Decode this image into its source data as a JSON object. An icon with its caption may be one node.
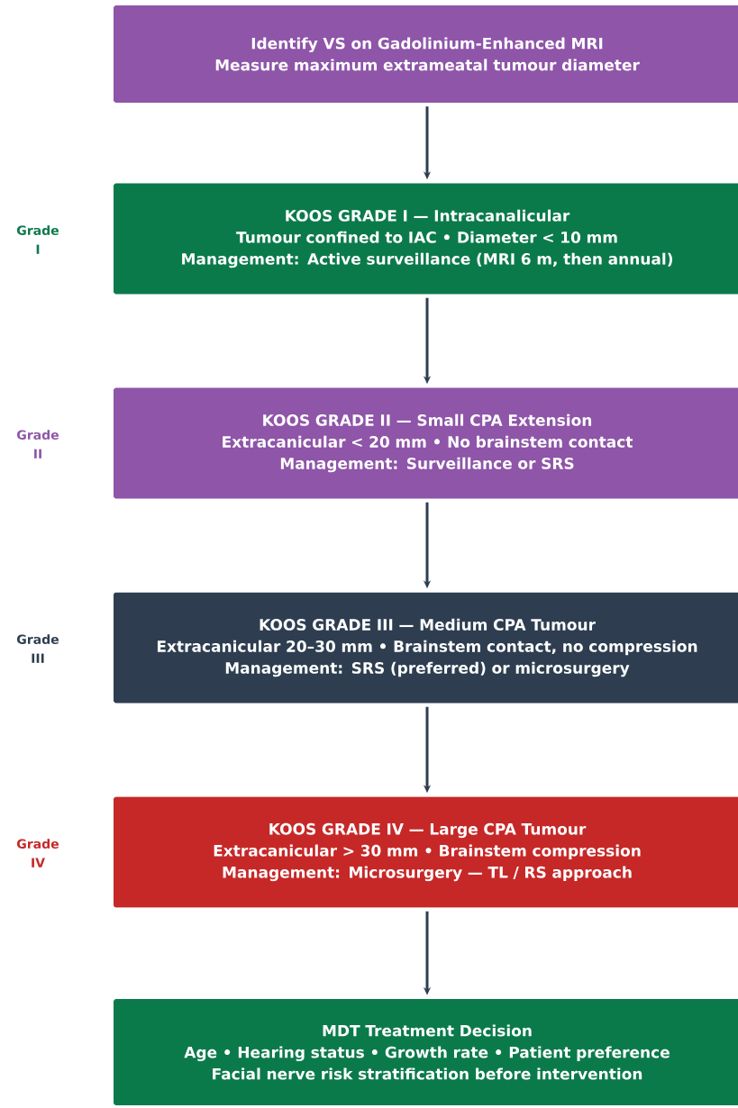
{
  "diagram": {
    "nodes": [
      {
        "text": [
          "Identify VS on Gadolinium-Enhanced MRI",
          "Measure maximum extrameatal tumour diameter"
        ]
      },
      {
        "text": [
          "KOOS GRADE I — Intracanalicular",
          "Tumour confined to IAC • Diameter < 10 mm",
          "Management: Active surveillance (MRI 6 m, then annual)"
        ]
      },
      {
        "text": [
          "KOOS GRADE II — Small CPA Extension",
          "Extracanicular < 20 mm • No brainstem contact",
          "Management: Surveillance or SRS"
        ]
      },
      {
        "text": [
          "KOOS GRADE III — Medium CPA Tumour",
          "Extracanicular 20–30 mm • Brainstem contact, no compression",
          "Management: SRS (preferred) or microsurgery"
        ]
      },
      {
        "text": [
          "KOOS GRADE IV — Large CPA Tumour",
          "Extracanicular > 30 mm • Brainstem compression",
          "Management: Microsurgery — TL / RS approach"
        ]
      },
      {
        "text": [
          "MDT Treatment Decision",
          "Age • Hearing status • Growth rate • Patient preference",
          "Facial nerve risk stratification before intervention"
        ]
      }
    ],
    "edges": [
      {
        "from": 0,
        "to": 1,
        "arrow": "to"
      },
      {
        "from": 1,
        "to": 2,
        "arrow": "to"
      },
      {
        "from": 2,
        "to": 3,
        "arrow": "to"
      },
      {
        "from": 3,
        "to": 4,
        "arrow": "to"
      },
      {
        "from": 4,
        "to": 5,
        "arrow": "to"
      }
    ],
    "labels": [
      "Grade I",
      "Grade II",
      "Grade III",
      "Grade IV"
    ]
  }
}
